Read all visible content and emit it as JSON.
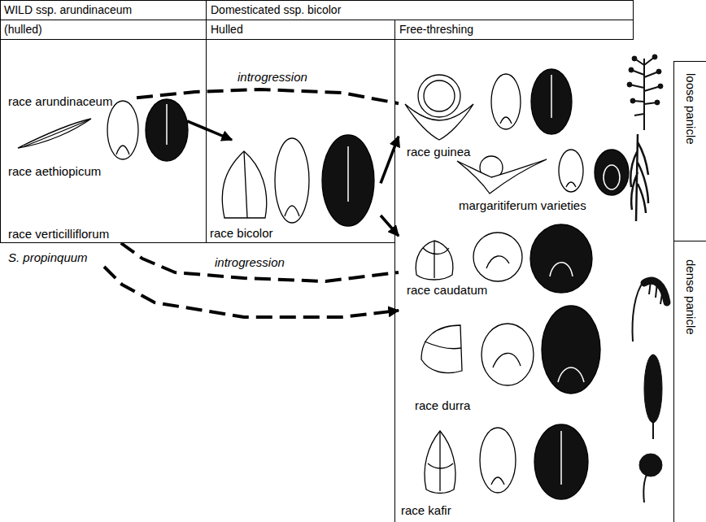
{
  "diagram": {
    "nodes": [
      {
        "text": [
          "WILD ssp. arundinaceum"
        ]
      },
      {
        "text": [
          "Domesticated ssp. bicolor"
        ]
      },
      {
        "text": [
          "(hulled)"
        ]
      },
      {
        "text": [
          "race arundinaceum"
        ],
        "in": 2
      },
      {
        "text": [
          "race aethiopicum"
        ],
        "in": 2
      },
      {
        "text": [
          "race verticilliflorum"
        ],
        "in": 2
      },
      {
        "text": [
          "Hulled"
        ]
      },
      {
        "text": [
          "race bicolor"
        ],
        "in": 6
      },
      {
        "text": [
          "Free-threshing"
        ]
      },
      {
        "text": [
          "race guinea"
        ],
        "in": 8
      },
      {
        "text": [
          "margaritiferum varieties"
        ],
        "in": 8
      },
      {
        "text": [
          "race caudatum"
        ],
        "in": 8
      },
      {
        "text": [
          "race durra"
        ],
        "in": 8
      },
      {
        "text": [
          "race kafir"
        ],
        "in": 8
      },
      {
        "text": [
          "S. propinquum"
        ]
      },
      {
        "text": [
          "loose panicle"
        ]
      },
      {
        "text": [
          "dense panicle"
        ]
      }
    ],
    "edges": [
      {
        "from": 3,
        "to": 9,
        "arrow": "none",
        "label": "introgression"
      },
      {
        "from": 4,
        "to": 7,
        "arrow": "to"
      },
      {
        "from": 7,
        "to": 9,
        "arrow": "to"
      },
      {
        "from": 7,
        "to": 11,
        "arrow": "to"
      },
      {
        "from": 5,
        "to": 11,
        "arrow": "none",
        "label": "introgression"
      },
      {
        "from": 14,
        "to": 12,
        "arrow": "to"
      }
    ]
  }
}
